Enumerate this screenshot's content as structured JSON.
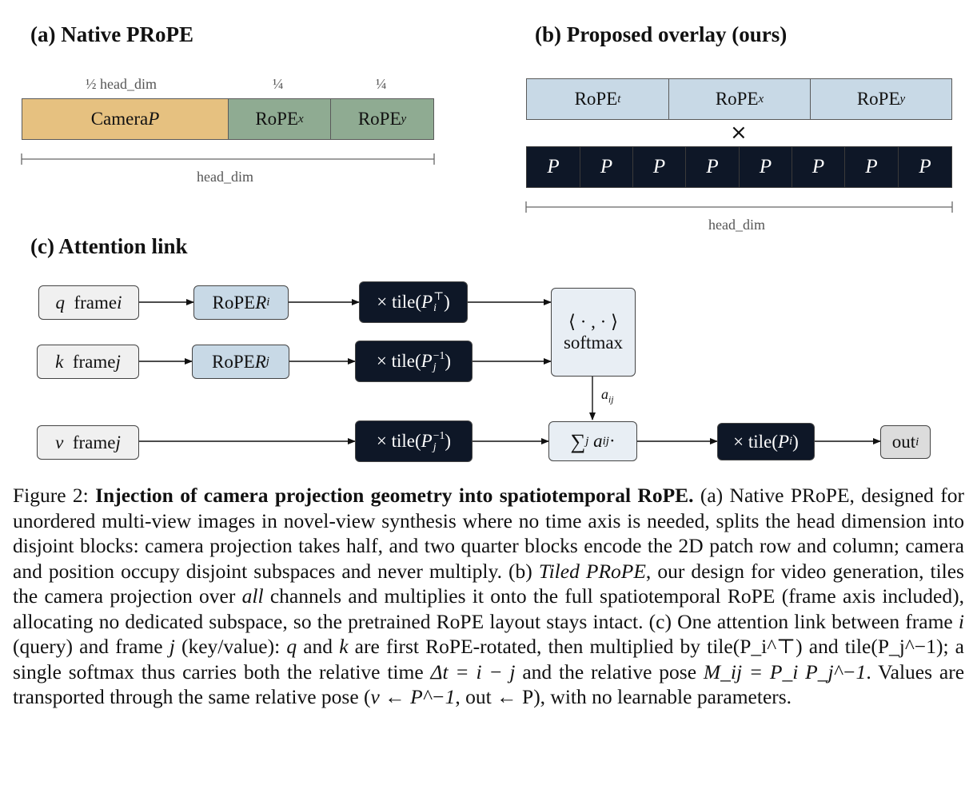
{
  "panel_a": {
    "title": "(a) Native PRoPE",
    "top_labels": [
      "½ head_dim",
      "¼",
      "¼"
    ],
    "blocks": [
      {
        "main": "Camera ",
        "var": "P"
      },
      {
        "main": "RoPE",
        "sub": "x"
      },
      {
        "main": "RoPE",
        "sub": "y"
      }
    ],
    "bottom_label": "head_dim"
  },
  "panel_b": {
    "title": "(b) Proposed overlay (ours)",
    "rope_blocks": [
      {
        "main": "RoPE",
        "sub": "t"
      },
      {
        "main": "RoPE",
        "sub": "x"
      },
      {
        "main": "RoPE",
        "sub": "y"
      }
    ],
    "times_symbol": "×",
    "p_cells": [
      "P",
      "P",
      "P",
      "P",
      "P",
      "P",
      "P",
      "P"
    ],
    "bottom_label": "head_dim"
  },
  "panel_c": {
    "title": "(c) Attention link",
    "q": {
      "var": "q",
      "text": "frame ",
      "idx": "i"
    },
    "k": {
      "var": "k",
      "text": "frame ",
      "idx": "j"
    },
    "v": {
      "var": "v",
      "text": "frame ",
      "idx": "j"
    },
    "rope_i": {
      "text": "RoPE ",
      "var": "R",
      "sub": "i"
    },
    "rope_j": {
      "text": "RoPE ",
      "var": "R",
      "sub": "j"
    },
    "tile_q": {
      "pre": "× tile(",
      "var": "P",
      "sub": "i",
      "sup": "⊤",
      "post": ")"
    },
    "tile_k": {
      "pre": "× tile(",
      "var": "P",
      "sub": "j",
      "sup": "−1",
      "post": ")"
    },
    "tile_v": {
      "pre": "× tile(",
      "var": "P",
      "sub": "j",
      "sup": "−1",
      "post": ")"
    },
    "tile_out": {
      "pre": "× tile(",
      "var": "P",
      "sub": "i",
      "post": ")"
    },
    "softmax": {
      "line1": "⟨ · , · ⟩",
      "line2": "softmax"
    },
    "edge_label": "a",
    "edge_label_sub": "ij",
    "sum": {
      "sym": "∑",
      "sub": "j",
      "var": "a",
      "var_sub": "ij",
      "post": " ·"
    },
    "out": {
      "text": "out",
      "sub": "i"
    }
  },
  "caption": {
    "label": "Figure 2: ",
    "bold": "Injection of camera projection geometry into spatiotemporal RoPE.",
    "p1": " (a) Native PRoPE, designed for unordered multi-view images in novel-view synthesis where no time axis is needed, splits the head dimension into disjoint blocks: camera projection takes half, and two quarter blocks encode the 2D patch row and column; camera and position occupy disjoint subspaces and never multiply. (b) ",
    "italic1": "Tiled PRoPE",
    "p2": ", our design for video generation, tiles the camera projection over ",
    "italic2": "all",
    "p3": " channels and multiplies it onto the full spatiotemporal RoPE (frame axis included), allocating no dedicated subspace, so the pretrained RoPE layout stays intact. (c) One attention link between frame ",
    "m_i": "i",
    "p4": " (query) and frame ",
    "m_j": "j",
    "p5": " (key/value): ",
    "m_q": "q",
    "p6": " and ",
    "m_k": "k",
    "p7": " are first RoPE-rotated, then multiplied by ",
    "tile1": "tile(P_i^⊤)",
    "p8": " and ",
    "tile2": "tile(P_j^−1)",
    "p9": "; a single softmax thus carries both the relative time ",
    "delta": "Δt = i − j",
    "p10": " and the relative pose ",
    "mij": "M_ij = P_i P_j^−1",
    "p11": ". Values are transported through the same relative pose (",
    "vp": "v ← P^−1",
    "p12": ", ",
    "outp": "out ← P",
    "p13": "), with no learnable parameters."
  }
}
